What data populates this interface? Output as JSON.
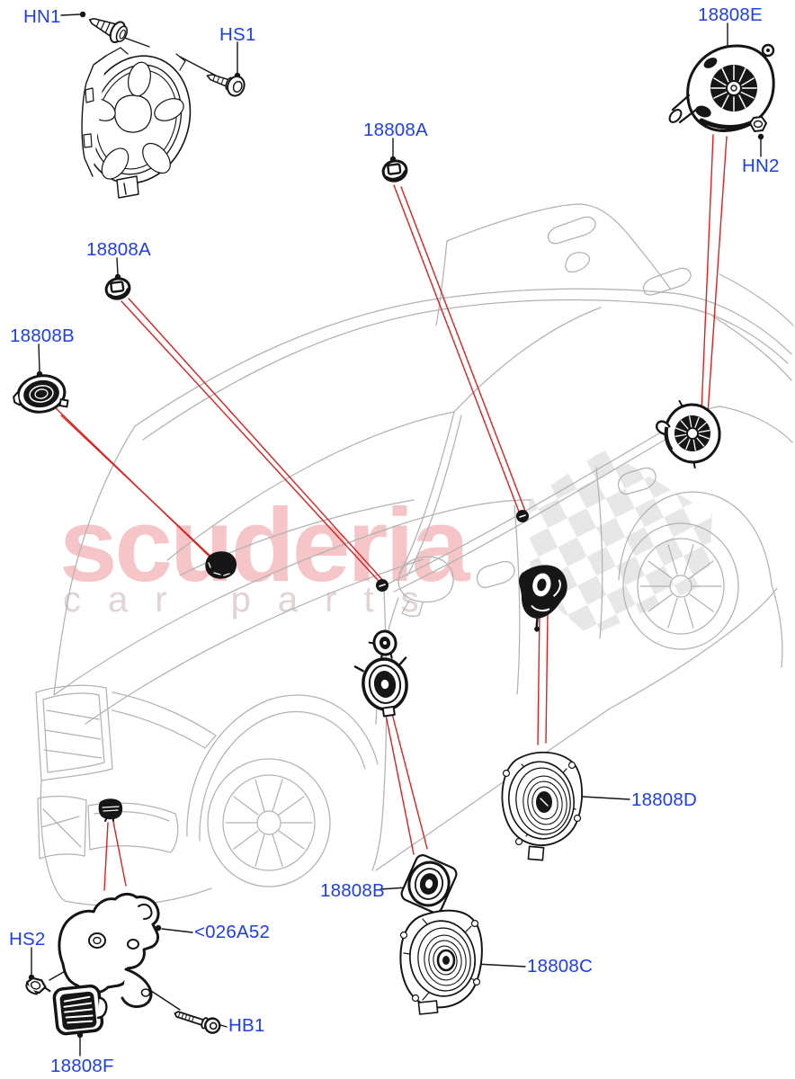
{
  "diagram": {
    "type": "vehicle-parts-exploded-diagram",
    "vehicle": "SUV 3/4 front-left line drawing",
    "watermark": {
      "word": "scuderia",
      "letters": "car parts"
    }
  },
  "colors": {
    "label_blue": "#1e3ee8",
    "callout_red": "#dd2020",
    "leader_black": "#141414",
    "car_line_gray": "#b2b2b2",
    "part_black": "#161616",
    "watermark_pink": "#f4b5b8",
    "watermark_letters": "#d6c6c6",
    "watermark_checker": "#d7d7d7"
  },
  "labels": [
    {
      "id": "hn1",
      "text": "HN1"
    },
    {
      "id": "hs1",
      "text": "HS1"
    },
    {
      "id": "18808e",
      "text": "18808E"
    },
    {
      "id": "hn2",
      "text": "HN2"
    },
    {
      "id": "18808a-top",
      "text": "18808A"
    },
    {
      "id": "18808a-left",
      "text": "18808A"
    },
    {
      "id": "18808b-left",
      "text": "18808B"
    },
    {
      "id": "18808d",
      "text": "18808D"
    },
    {
      "id": "18808b-lower",
      "text": "18808B"
    },
    {
      "id": "18808c",
      "text": "18808C"
    },
    {
      "id": "hs2",
      "text": "HS2"
    },
    {
      "id": "026a52",
      "text": "<026A52"
    },
    {
      "id": "hb1",
      "text": "HB1"
    },
    {
      "id": "18808f",
      "text": "18808F"
    }
  ]
}
